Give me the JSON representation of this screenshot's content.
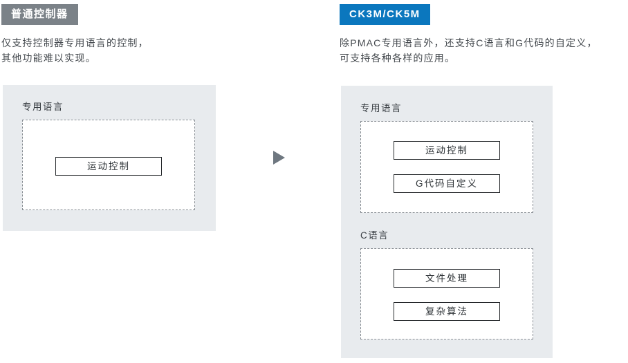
{
  "left": {
    "badge_label": "普通控制器",
    "description_line1": "仅支持控制器专用语言的控制，",
    "description_line2": "其他功能难以实现。",
    "panel": {
      "section_label": "专用语言",
      "boxes": [
        "运动控制"
      ]
    }
  },
  "right": {
    "badge_label": "CK3M/CK5M",
    "description_line1": "除PMAC专用语言外，还支持C语言和G代码的自定义，",
    "description_line2": "可支持各种各样的应用。",
    "sections": [
      {
        "label": "专用语言",
        "boxes": [
          "运动控制",
          "G代码自定义"
        ]
      },
      {
        "label": "C语言",
        "boxes": [
          "文件处理",
          "复杂算法"
        ]
      }
    ]
  },
  "arrow": {
    "direction": "right"
  },
  "colors": {
    "badge_gray": "#7b8288",
    "badge_blue": "#0b77be",
    "panel_background": "#e8ebee",
    "arrow_gray": "#6e7780",
    "text": "#43484d",
    "box_border": "#26292c",
    "dashed_border": "#878d93"
  }
}
